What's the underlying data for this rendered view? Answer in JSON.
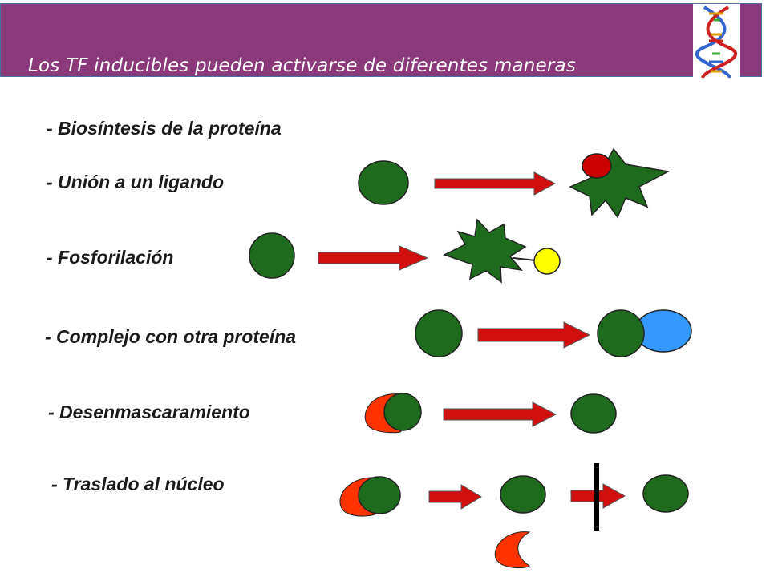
{
  "title": "Los TF inducibles pueden activarse de diferentes maneras",
  "items": [
    {
      "label": "- Biosíntesis de la proteína"
    },
    {
      "label": "- Unión a un ligando"
    },
    {
      "label": "- Fosforilación"
    },
    {
      "label": "- Complejo con otra proteína"
    },
    {
      "label": "- Desenmascaramiento"
    },
    {
      "label": "- Traslado al núcleo"
    }
  ],
  "colors": {
    "header_bg": "#8a3a7b",
    "protein": "#1e6b1e",
    "arrow": "#d10f0f",
    "ligand": "#cc0000",
    "phosphate": "#ffff00",
    "partner": "#3399ff",
    "mask": "#ff3300"
  },
  "icons": [
    "dna-icon"
  ]
}
